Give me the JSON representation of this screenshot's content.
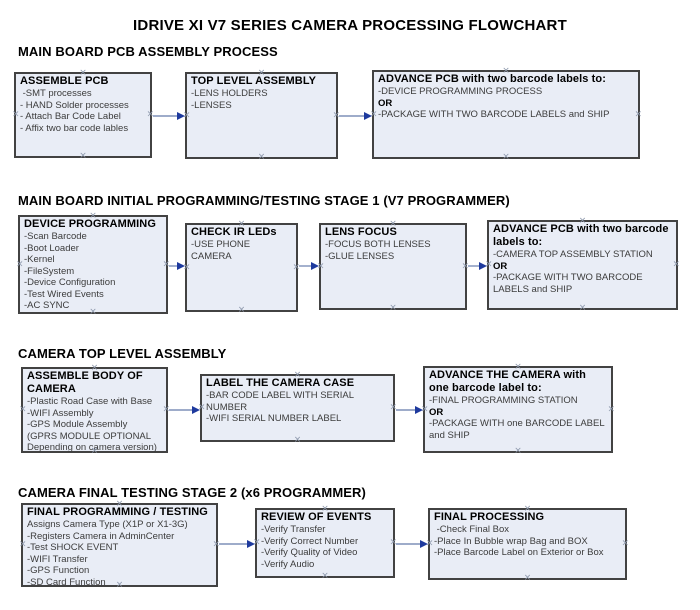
{
  "title": "IDRIVE XI V7 SERIES CAMERA PROCESSING FLOWCHART",
  "anchor_glyph": "×",
  "colors": {
    "box_fill": "#e9edf6",
    "box_border": "#424242",
    "connector_line": "#7e90b8",
    "arrowhead": "#1e3a9e",
    "anchor_mark": "#8e99ad"
  },
  "sections": [
    {
      "header": "MAIN BOARD PCB ASSEMBLY PROCESS",
      "boxes": [
        {
          "title": "ASSEMBLE PCB",
          "lines": [
            " -SMT processes",
            "- HAND Solder processes",
            "- Attach Bar Code Label",
            "- Affix two bar code lables"
          ]
        },
        {
          "title": "TOP LEVEL ASSEMBLY",
          "lines": [
            "-LENS HOLDERS",
            "-LENSES"
          ]
        },
        {
          "title": "ADVANCE PCB with two barcode labels to:",
          "lines": [
            "-DEVICE PROGRAMMING PROCESS",
            "OR",
            "-PACKAGE WITH TWO BARCODE LABELS and SHIP"
          ]
        }
      ]
    },
    {
      "header": "MAIN BOARD INITIAL PROGRAMMING/TESTING STAGE 1 (V7 PROGRAMMER)",
      "boxes": [
        {
          "title": "DEVICE PROGRAMMING",
          "lines": [
            "-Scan Barcode",
            "-Boot Loader",
            "-Kernel",
            "-FileSystem",
            "-Device Configuration",
            "-Test Wired Events",
            "-AC SYNC"
          ]
        },
        {
          "title": "CHECK IR LEDs",
          "lines": [
            "-USE PHONE CAMERA"
          ]
        },
        {
          "title": "LENS FOCUS",
          "lines": [
            "-FOCUS BOTH LENSES",
            "-GLUE LENSES"
          ]
        },
        {
          "title": "ADVANCE PCB with two barcode labels to:",
          "lines": [
            "-CAMERA TOP ASSEMBLY STATION",
            "OR",
            "-PACKAGE WITH TWO BARCODE LABELS and SHIP"
          ]
        }
      ]
    },
    {
      "header": "CAMERA TOP LEVEL ASSEMBLY",
      "boxes": [
        {
          "title": "ASSEMBLE BODY OF CAMERA",
          "lines": [
            "-Plastic Road Case with Base",
            "-WIFI Assembly",
            "-GPS Module Assembly",
            "(GPRS MODULE OPTIONAL Depending on camera version)"
          ]
        },
        {
          "title": "LABEL THE CAMERA CASE",
          "lines": [
            "-BAR CODE LABEL WITH SERIAL NUMBER",
            "-WIFI SERIAL NUMBER LABEL"
          ]
        },
        {
          "title": "ADVANCE THE CAMERA with one barcode label to:",
          "lines": [
            "-FINAL PROGRAMMING STATION",
            "OR",
            "-PACKAGE WITH one BARCODE LABEL and SHIP"
          ]
        }
      ]
    },
    {
      "header": "CAMERA FINAL TESTING STAGE 2 (x6 PROGRAMMER)",
      "boxes": [
        {
          "title": "FINAL PROGRAMMING / TESTING",
          "lines": [
            "Assigns Camera Type (X1P or X1-3G)",
            "-Registers Camera in AdminCenter",
            "-Test SHOCK EVENT",
            "-WIFI Transfer",
            "-GPS Function",
            "-SD Card Function"
          ]
        },
        {
          "title": "REVIEW OF EVENTS",
          "lines": [
            "-Verify Transfer",
            "-Verify Correct Number",
            "-Verify Quality of Video",
            "-Verify Audio"
          ]
        },
        {
          "title": "FINAL PROCESSING",
          "lines": [
            " -Check Final Box",
            "-Place In Bubble wrap Bag and BOX",
            "-Place Barcode Label on Exterior or Box"
          ]
        }
      ]
    }
  ]
}
